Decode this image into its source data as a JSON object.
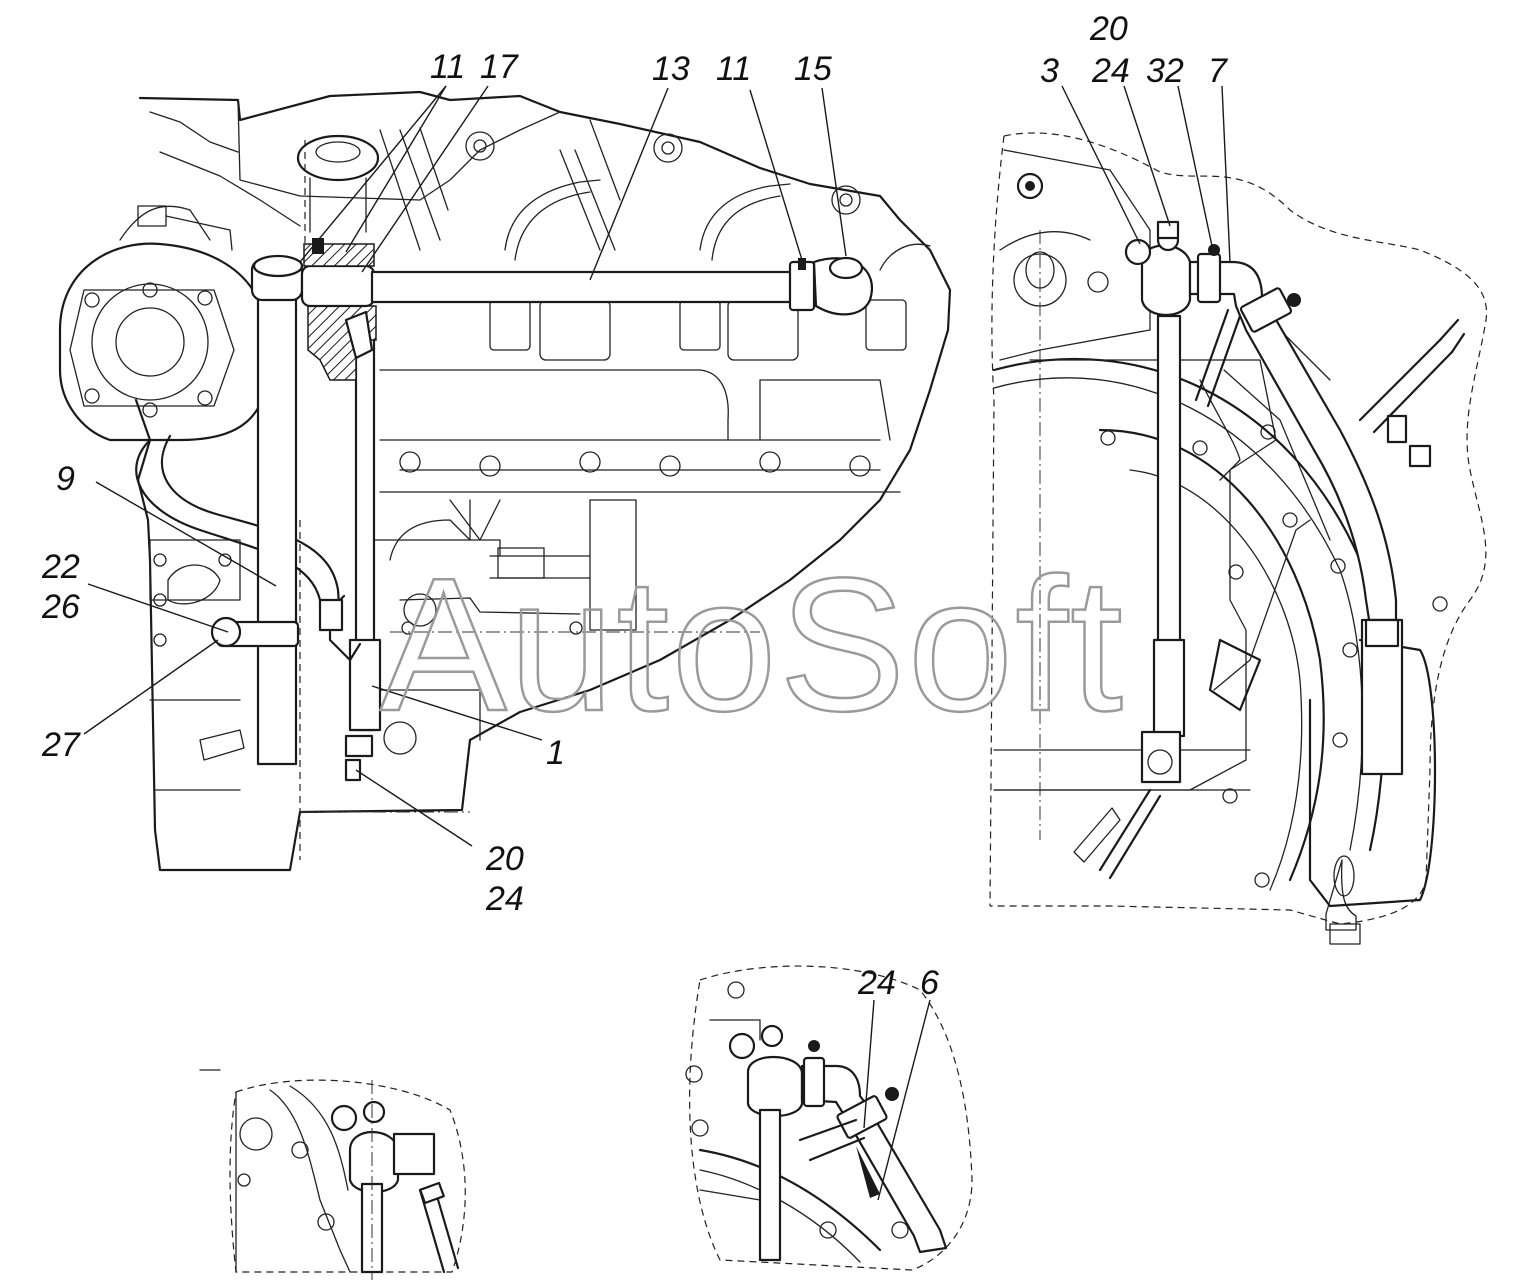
{
  "watermark": "AutoSoft",
  "callouts": {
    "main": {
      "c11a": "11",
      "c17": "17",
      "c13": "13",
      "c11b": "11",
      "c15": "15",
      "c9": "9",
      "c22": "22",
      "c26": "26",
      "c27": "27",
      "c1": "1",
      "c20": "20",
      "c24": "24"
    },
    "right": {
      "c20": "20",
      "c3": "3",
      "c24": "24",
      "c32": "32",
      "c7": "7"
    },
    "detail": {
      "c24": "24",
      "c6": "6"
    }
  }
}
